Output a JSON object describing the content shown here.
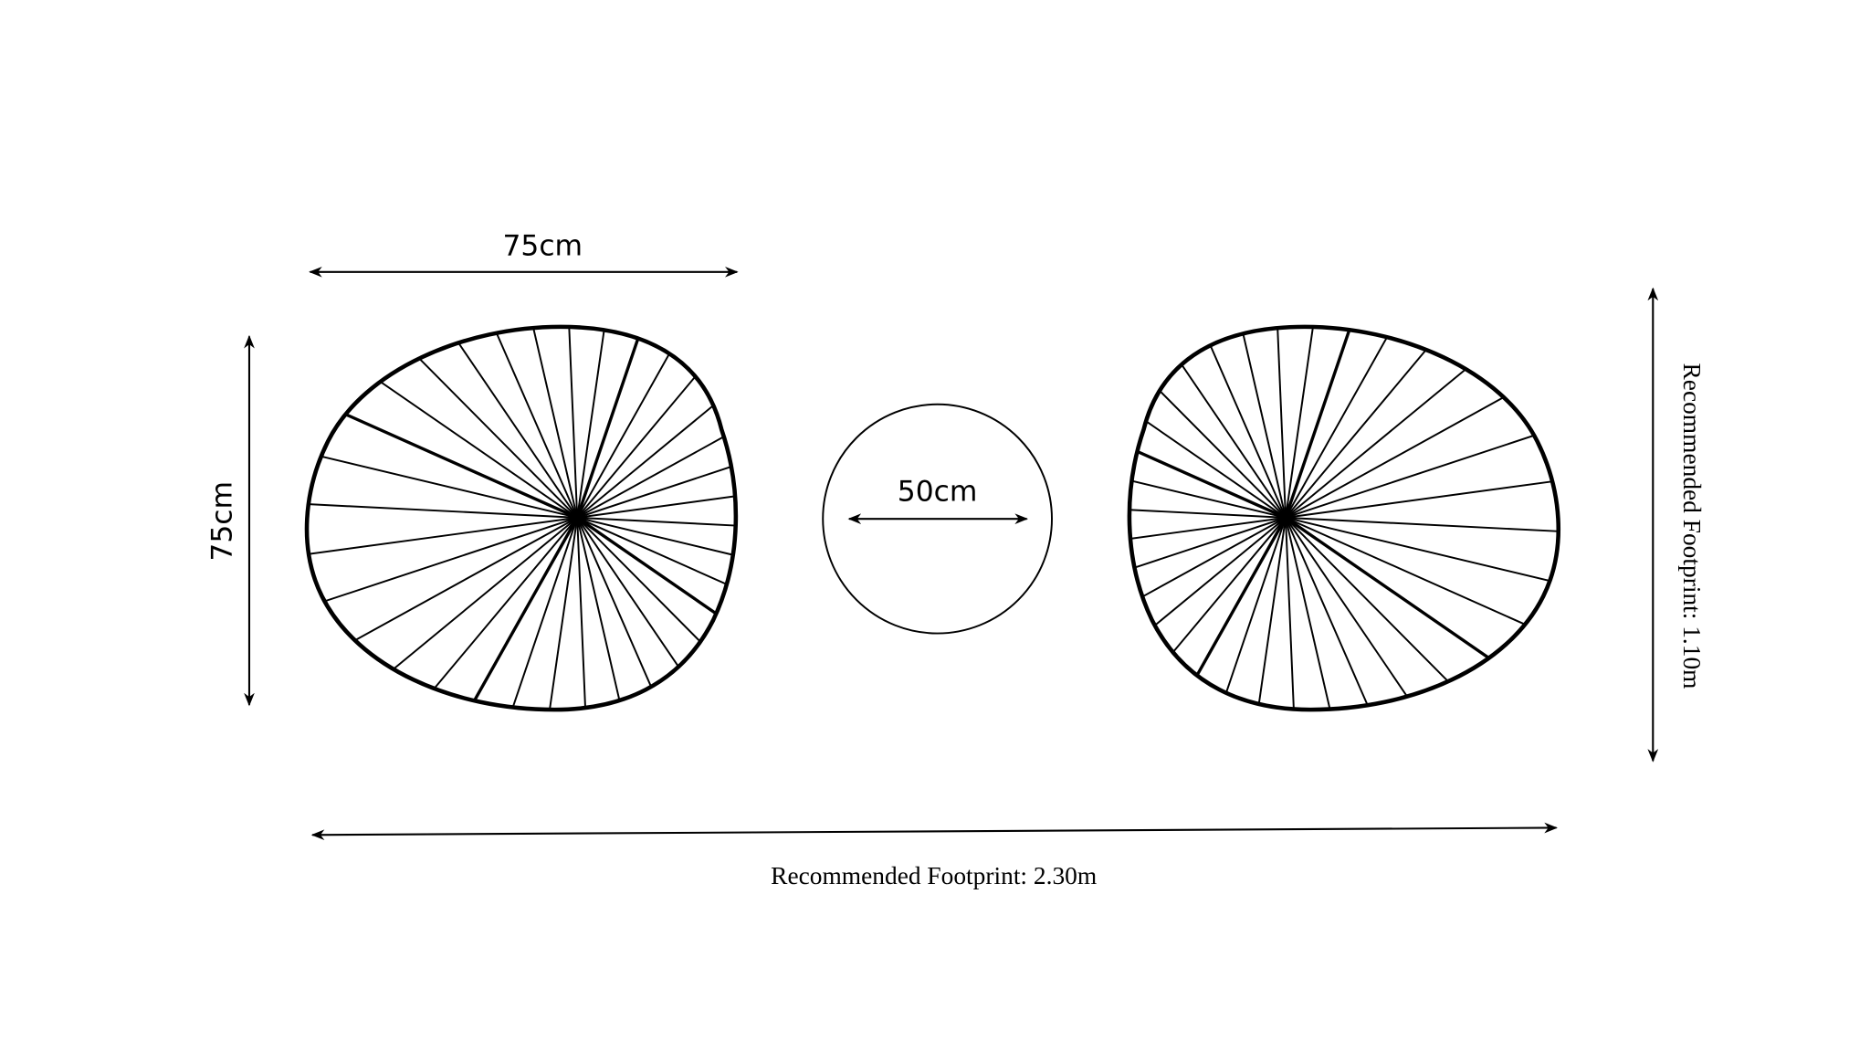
{
  "dimensions": {
    "chair_width": "75cm",
    "chair_depth": "75cm",
    "table_diameter": "50cm",
    "footprint_width": "Recommended Footprint: 2.30m",
    "footprint_depth": "Recommended Footprint: 1.10m"
  },
  "colors": {
    "stroke": "#000000",
    "background": "#ffffff"
  }
}
